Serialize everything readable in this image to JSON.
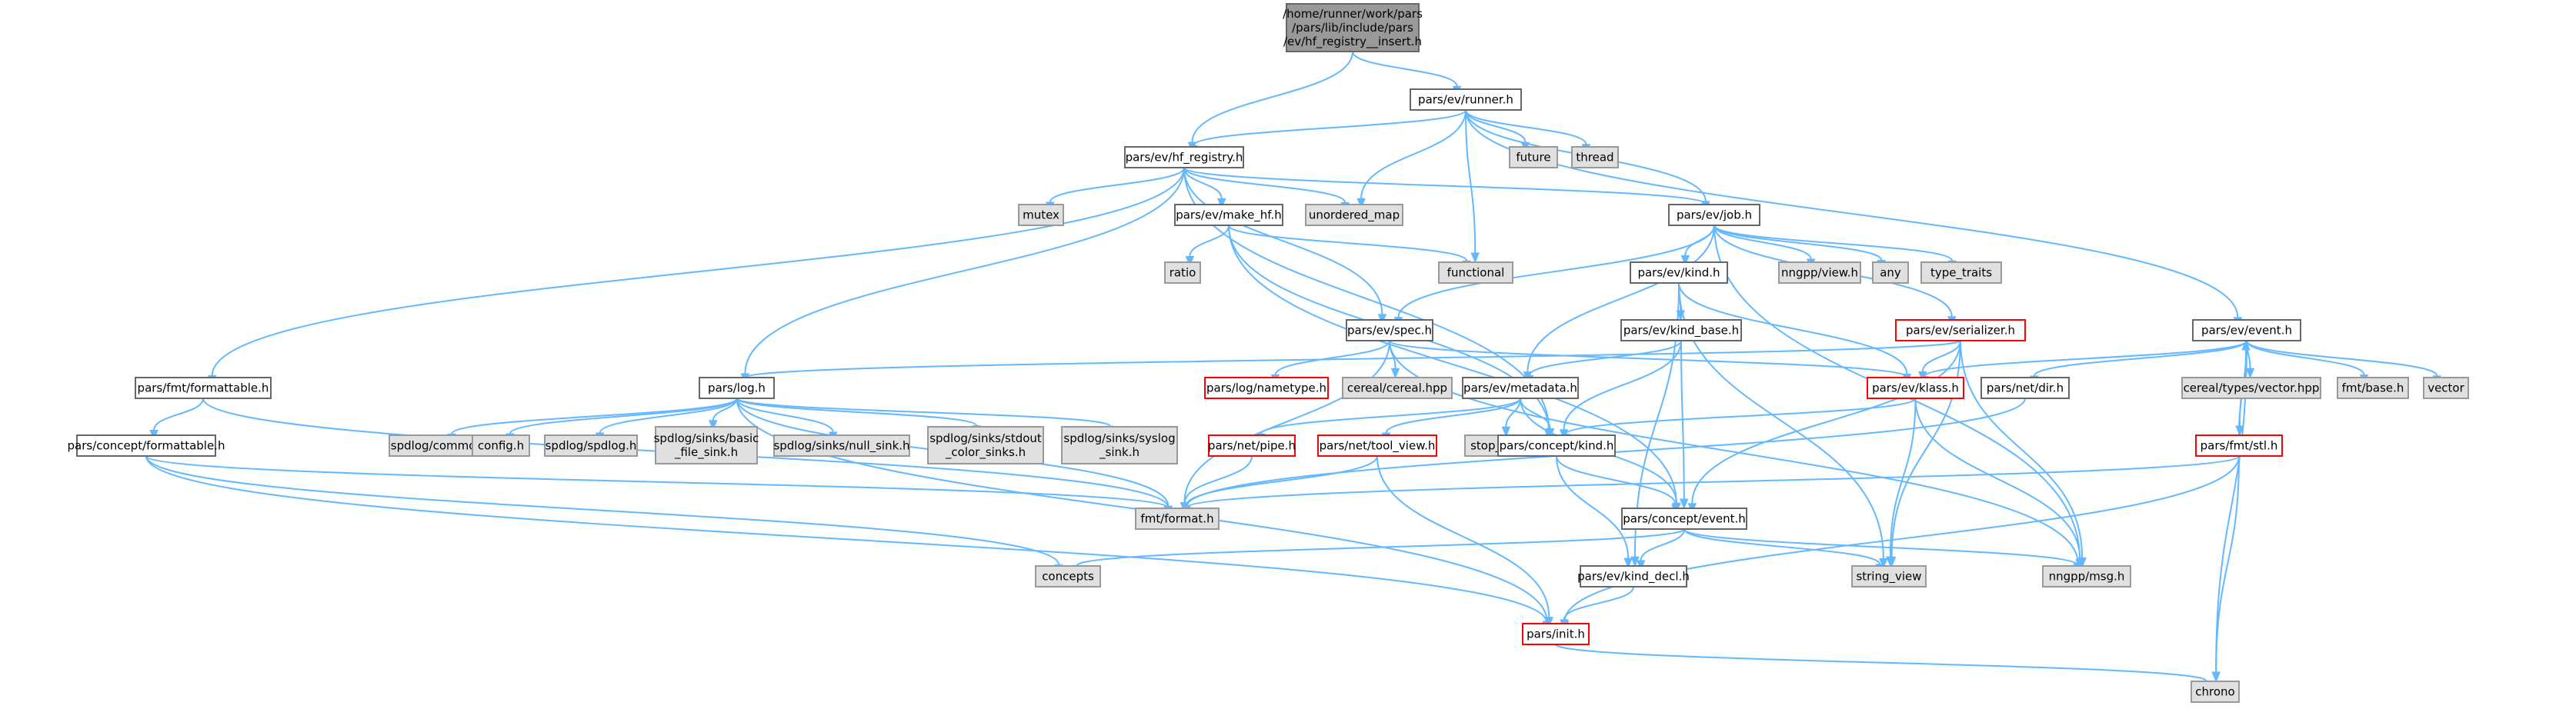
{
  "colors": {
    "edge": "#63B8FF",
    "root_fill": "#999999",
    "root_stroke": "#666666",
    "local_fill": "#ffffff",
    "local_stroke": "#666666",
    "external_fill": "#e0e0e0",
    "external_stroke": "#999999",
    "incomplete_stroke": "#ff0000"
  },
  "nodes": [
    {
      "id": "root",
      "kind": "root",
      "lines": [
        "/home/runner/work/pars",
        "/pars/lib/include/pars",
        "/ev/hf_registry__insert.h"
      ]
    },
    {
      "id": "runner",
      "kind": "local",
      "lines": [
        "pars/ev/runner.h"
      ]
    },
    {
      "id": "hfreg",
      "kind": "local",
      "lines": [
        "pars/ev/hf_registry.h"
      ]
    },
    {
      "id": "future",
      "kind": "external",
      "lines": [
        "future"
      ]
    },
    {
      "id": "thread",
      "kind": "external",
      "lines": [
        "thread"
      ]
    },
    {
      "id": "mutex",
      "kind": "external",
      "lines": [
        "mutex"
      ]
    },
    {
      "id": "makehf",
      "kind": "local",
      "lines": [
        "pars/ev/make_hf.h"
      ]
    },
    {
      "id": "unordered_map",
      "kind": "external",
      "lines": [
        "unordered_map"
      ]
    },
    {
      "id": "job",
      "kind": "local",
      "lines": [
        "pars/ev/job.h"
      ]
    },
    {
      "id": "ratio",
      "kind": "external",
      "lines": [
        "ratio"
      ]
    },
    {
      "id": "functional",
      "kind": "external",
      "lines": [
        "functional"
      ]
    },
    {
      "id": "nngview",
      "kind": "external",
      "lines": [
        "nngpp/view.h"
      ]
    },
    {
      "id": "any",
      "kind": "external",
      "lines": [
        "any"
      ]
    },
    {
      "id": "type_traits",
      "kind": "external",
      "lines": [
        "type_traits"
      ]
    },
    {
      "id": "kindh",
      "kind": "local",
      "lines": [
        "pars/ev/kind.h"
      ]
    },
    {
      "id": "serializer",
      "kind": "incomplete",
      "lines": [
        "pars/ev/serializer.h"
      ]
    },
    {
      "id": "event",
      "kind": "local",
      "lines": [
        "pars/ev/event.h"
      ]
    },
    {
      "id": "fmtformattable",
      "kind": "local",
      "lines": [
        "pars/fmt/formattable.h"
      ]
    },
    {
      "id": "spec",
      "kind": "local",
      "lines": [
        "pars/ev/spec.h"
      ]
    },
    {
      "id": "kindbase",
      "kind": "local",
      "lines": [
        "pars/ev/kind_base.h"
      ]
    },
    {
      "id": "log",
      "kind": "local",
      "lines": [
        "pars/log.h"
      ]
    },
    {
      "id": "lognametype",
      "kind": "incomplete",
      "lines": [
        "pars/log/nametype.h"
      ]
    },
    {
      "id": "cereal",
      "kind": "external",
      "lines": [
        "cereal/cereal.hpp"
      ]
    },
    {
      "id": "metadata",
      "kind": "local",
      "lines": [
        "pars/ev/metadata.h"
      ]
    },
    {
      "id": "klass",
      "kind": "incomplete",
      "lines": [
        "pars/ev/klass.h"
      ]
    },
    {
      "id": "netdir",
      "kind": "local",
      "lines": [
        "pars/net/dir.h"
      ]
    },
    {
      "id": "cerealvector",
      "kind": "external",
      "lines": [
        "cereal/types/vector.hpp"
      ]
    },
    {
      "id": "fmtbase",
      "kind": "external",
      "lines": [
        "fmt/base.h"
      ]
    },
    {
      "id": "vector",
      "kind": "external",
      "lines": [
        "vector"
      ]
    },
    {
      "id": "conceptformattable",
      "kind": "local",
      "lines": [
        "pars/concept/formattable.h"
      ]
    },
    {
      "id": "spdlogcommon",
      "kind": "external",
      "lines": [
        "spdlog/common.h"
      ]
    },
    {
      "id": "config",
      "kind": "external",
      "lines": [
        "config.h"
      ]
    },
    {
      "id": "spdlog",
      "kind": "external",
      "lines": [
        "spdlog/spdlog.h"
      ]
    },
    {
      "id": "basicfile",
      "kind": "external",
      "lines": [
        "spdlog/sinks/basic",
        "_file_sink.h"
      ]
    },
    {
      "id": "nullsink",
      "kind": "external",
      "lines": [
        "spdlog/sinks/null_sink.h"
      ]
    },
    {
      "id": "stdoutsink",
      "kind": "external",
      "lines": [
        "spdlog/sinks/stdout",
        "_color_sinks.h"
      ]
    },
    {
      "id": "syslogsink",
      "kind": "external",
      "lines": [
        "spdlog/sinks/syslog",
        "_sink.h"
      ]
    },
    {
      "id": "netpipe",
      "kind": "incomplete",
      "lines": [
        "pars/net/pipe.h"
      ]
    },
    {
      "id": "toolview",
      "kind": "incomplete",
      "lines": [
        "pars/net/tool_view.h"
      ]
    },
    {
      "id": "stoptoken",
      "kind": "external",
      "lines": [
        "stop_token"
      ]
    },
    {
      "id": "conceptkind",
      "kind": "local",
      "lines": [
        "pars/concept/kind.h"
      ]
    },
    {
      "id": "fmtstl",
      "kind": "incomplete",
      "lines": [
        "pars/fmt/stl.h"
      ]
    },
    {
      "id": "fmtformat",
      "kind": "external",
      "lines": [
        "fmt/format.h"
      ]
    },
    {
      "id": "conceptevent",
      "kind": "local",
      "lines": [
        "pars/concept/event.h"
      ]
    },
    {
      "id": "concepts",
      "kind": "external",
      "lines": [
        "concepts"
      ]
    },
    {
      "id": "kinddecl",
      "kind": "local",
      "lines": [
        "pars/ev/kind_decl.h"
      ]
    },
    {
      "id": "stringview",
      "kind": "external",
      "lines": [
        "string_view"
      ]
    },
    {
      "id": "nngmsg",
      "kind": "external",
      "lines": [
        "nngpp/msg.h"
      ]
    },
    {
      "id": "init",
      "kind": "incomplete",
      "lines": [
        "pars/init.h"
      ]
    },
    {
      "id": "chrono",
      "kind": "external",
      "lines": [
        "chrono"
      ]
    }
  ],
  "edges": [
    [
      "root",
      "hfreg"
    ],
    [
      "root",
      "runner"
    ],
    [
      "runner",
      "hfreg"
    ],
    [
      "runner",
      "future"
    ],
    [
      "runner",
      "thread"
    ],
    [
      "runner",
      "unordered_map"
    ],
    [
      "runner",
      "functional"
    ],
    [
      "runner",
      "job"
    ],
    [
      "runner",
      "event"
    ],
    [
      "hfreg",
      "mutex"
    ],
    [
      "hfreg",
      "makehf"
    ],
    [
      "hfreg",
      "unordered_map"
    ],
    [
      "hfreg",
      "job"
    ],
    [
      "hfreg",
      "fmtformattable"
    ],
    [
      "hfreg",
      "spec"
    ],
    [
      "hfreg",
      "log"
    ],
    [
      "hfreg",
      "conceptkind"
    ],
    [
      "makehf",
      "ratio"
    ],
    [
      "makehf",
      "functional"
    ],
    [
      "makehf",
      "conceptkind"
    ],
    [
      "makehf",
      "conceptevent"
    ],
    [
      "job",
      "nngview"
    ],
    [
      "job",
      "any"
    ],
    [
      "job",
      "type_traits"
    ],
    [
      "job",
      "kindh"
    ],
    [
      "job",
      "serializer"
    ],
    [
      "job",
      "spec"
    ],
    [
      "job",
      "metadata"
    ],
    [
      "job",
      "nngmsg"
    ],
    [
      "kindh",
      "kindbase"
    ],
    [
      "kindh",
      "klass"
    ],
    [
      "kindh",
      "stringview"
    ],
    [
      "kindh",
      "kinddecl"
    ],
    [
      "serializer",
      "klass"
    ],
    [
      "serializer",
      "log"
    ],
    [
      "serializer",
      "conceptevent"
    ],
    [
      "serializer",
      "stringview"
    ],
    [
      "serializer",
      "nngmsg"
    ],
    [
      "event",
      "klass"
    ],
    [
      "event",
      "netdir"
    ],
    [
      "event",
      "cerealvector"
    ],
    [
      "event",
      "fmtbase"
    ],
    [
      "event",
      "vector"
    ],
    [
      "event",
      "fmtstl"
    ],
    [
      "event",
      "chrono"
    ],
    [
      "fmtformattable",
      "conceptformattable"
    ],
    [
      "fmtformattable",
      "fmtformat"
    ],
    [
      "spec",
      "lognametype"
    ],
    [
      "spec",
      "cereal"
    ],
    [
      "spec",
      "klass"
    ],
    [
      "spec",
      "fmtformat"
    ],
    [
      "spec",
      "nngmsg"
    ],
    [
      "kindbase",
      "metadata"
    ],
    [
      "kindbase",
      "conceptkind"
    ],
    [
      "kindbase",
      "conceptevent"
    ],
    [
      "log",
      "spdlogcommon"
    ],
    [
      "log",
      "config"
    ],
    [
      "log",
      "spdlog"
    ],
    [
      "log",
      "basicfile"
    ],
    [
      "log",
      "nullsink"
    ],
    [
      "log",
      "stdoutsink"
    ],
    [
      "log",
      "syslogsink"
    ],
    [
      "log",
      "fmtformat"
    ],
    [
      "log",
      "init"
    ],
    [
      "metadata",
      "netpipe"
    ],
    [
      "metadata",
      "toolview"
    ],
    [
      "metadata",
      "stoptoken"
    ],
    [
      "metadata",
      "conceptkind"
    ],
    [
      "metadata",
      "conceptevent"
    ],
    [
      "klass",
      "conceptkind"
    ],
    [
      "klass",
      "stringview"
    ],
    [
      "klass",
      "nngmsg"
    ],
    [
      "netdir",
      "fmtformat"
    ],
    [
      "conceptformattable",
      "fmtformat"
    ],
    [
      "conceptformattable",
      "concepts"
    ],
    [
      "conceptformattable",
      "init"
    ],
    [
      "netpipe",
      "fmtformat"
    ],
    [
      "toolview",
      "fmtformat"
    ],
    [
      "toolview",
      "init"
    ],
    [
      "conceptkind",
      "conceptevent"
    ],
    [
      "conceptkind",
      "kinddecl"
    ],
    [
      "fmtstl",
      "event"
    ],
    [
      "fmtstl",
      "fmtformat"
    ],
    [
      "fmtstl",
      "init"
    ],
    [
      "fmtstl",
      "chrono"
    ],
    [
      "conceptevent",
      "concepts"
    ],
    [
      "conceptevent",
      "kinddecl"
    ],
    [
      "conceptevent",
      "stringview"
    ],
    [
      "conceptevent",
      "nngmsg"
    ],
    [
      "kinddecl",
      "init"
    ],
    [
      "init",
      "chrono"
    ]
  ]
}
